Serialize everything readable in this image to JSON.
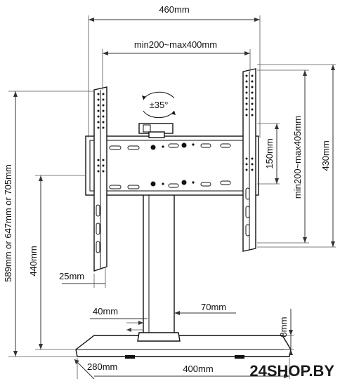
{
  "dimensions": {
    "top_width": "460mm",
    "vesa_horizontal": "min200~max400mm",
    "rotation": "±35°",
    "vesa_vertical_small": "150mm",
    "vesa_vertical_range": "min200~max405mm",
    "bracket_height": "430mm",
    "total_height": "589mm or 647mm or 705mm",
    "pole_height": "440mm",
    "pole_offset": "25mm",
    "pole_depth": "40mm",
    "pole_width": "70mm",
    "base_thickness": "8mm",
    "base_depth": "280mm",
    "base_width": "400mm"
  },
  "watermark": "24SHOP.BY",
  "colors": {
    "line": "#111111",
    "background": "#ffffff"
  }
}
